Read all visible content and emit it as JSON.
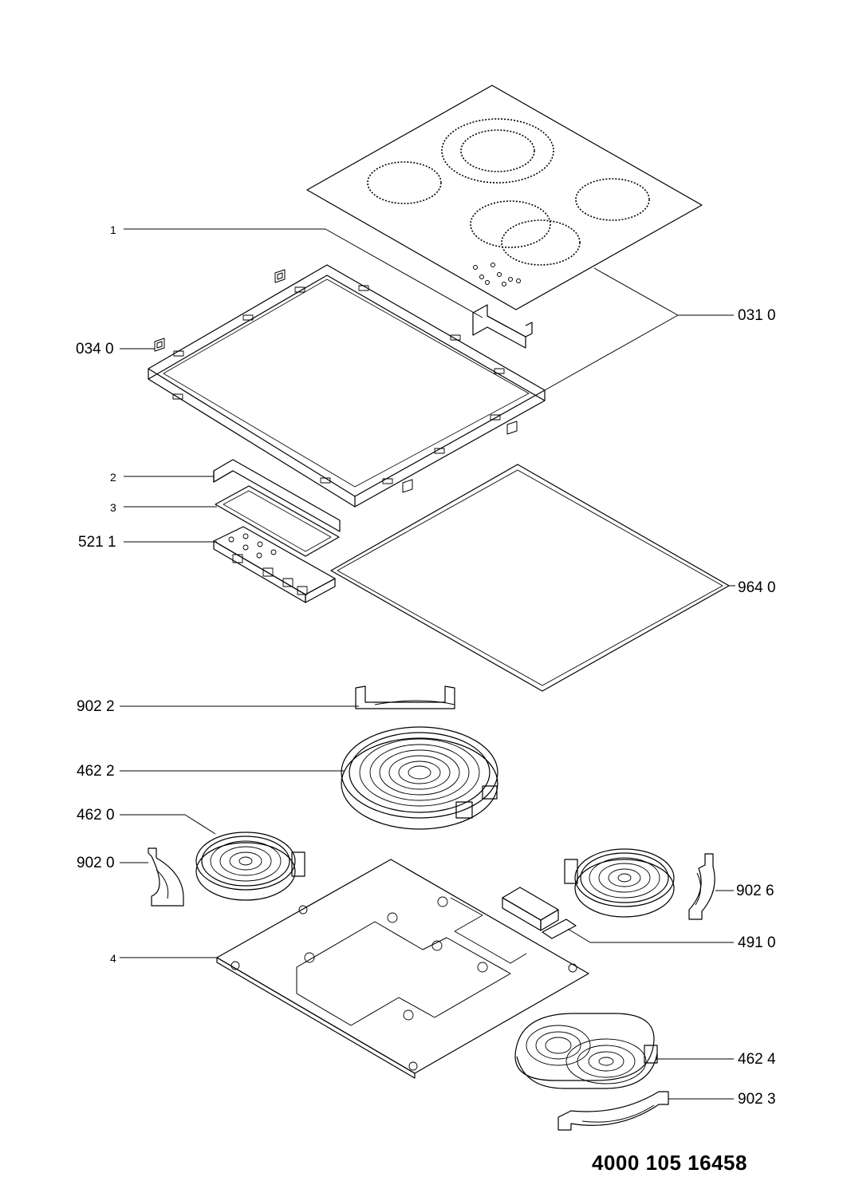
{
  "document_number": "4000 105 16458",
  "callouts": {
    "c1": "1",
    "c0310": "031 0",
    "c0340": "034 0",
    "c2": "2",
    "c3": "3",
    "c5211": "521 1",
    "c9640": "964 0",
    "c9022": "902 2",
    "c4622": "462 2",
    "c4620": "462 0",
    "c9020": "902 0",
    "c9026": "902 6",
    "c4910": "491 0",
    "c4": "4",
    "c4624": "462 4",
    "c9023": "902 3"
  },
  "colors": {
    "line": "#000000",
    "background": "#ffffff"
  }
}
